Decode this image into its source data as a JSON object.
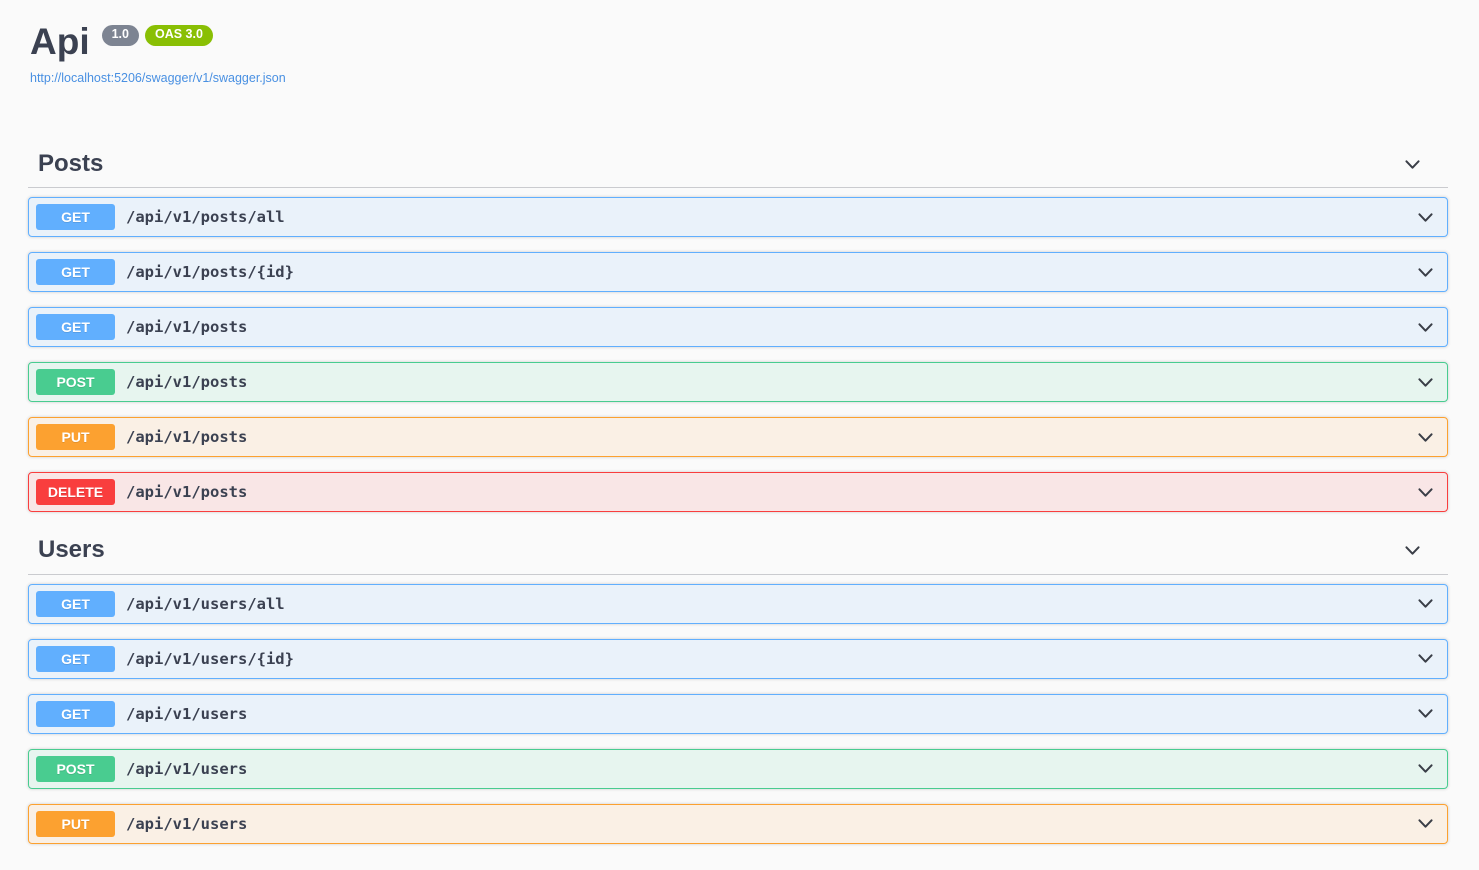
{
  "header": {
    "title": "Api",
    "version_badge": "1.0",
    "oas_badge": "OAS 3.0",
    "spec_url": "http://localhost:5206/swagger/v1/swagger.json"
  },
  "colors": {
    "get": "#61affe",
    "post": "#49cc90",
    "put": "#fca130",
    "delete": "#f93e3e",
    "heading_text": "#3b4151",
    "link": "#4990e2",
    "version_badge_bg": "#7d8492",
    "oas_badge_bg": "#89bf04",
    "page_bg": "#fafafa"
  },
  "sections": [
    {
      "name": "Posts",
      "expanded": true,
      "operations": [
        {
          "method": "GET",
          "path": "/api/v1/posts/all"
        },
        {
          "method": "GET",
          "path": "/api/v1/posts/{id}"
        },
        {
          "method": "GET",
          "path": "/api/v1/posts"
        },
        {
          "method": "POST",
          "path": "/api/v1/posts"
        },
        {
          "method": "PUT",
          "path": "/api/v1/posts"
        },
        {
          "method": "DELETE",
          "path": "/api/v1/posts"
        }
      ]
    },
    {
      "name": "Users",
      "expanded": true,
      "operations": [
        {
          "method": "GET",
          "path": "/api/v1/users/all"
        },
        {
          "method": "GET",
          "path": "/api/v1/users/{id}"
        },
        {
          "method": "GET",
          "path": "/api/v1/users"
        },
        {
          "method": "POST",
          "path": "/api/v1/users"
        },
        {
          "method": "PUT",
          "path": "/api/v1/users"
        }
      ]
    }
  ]
}
